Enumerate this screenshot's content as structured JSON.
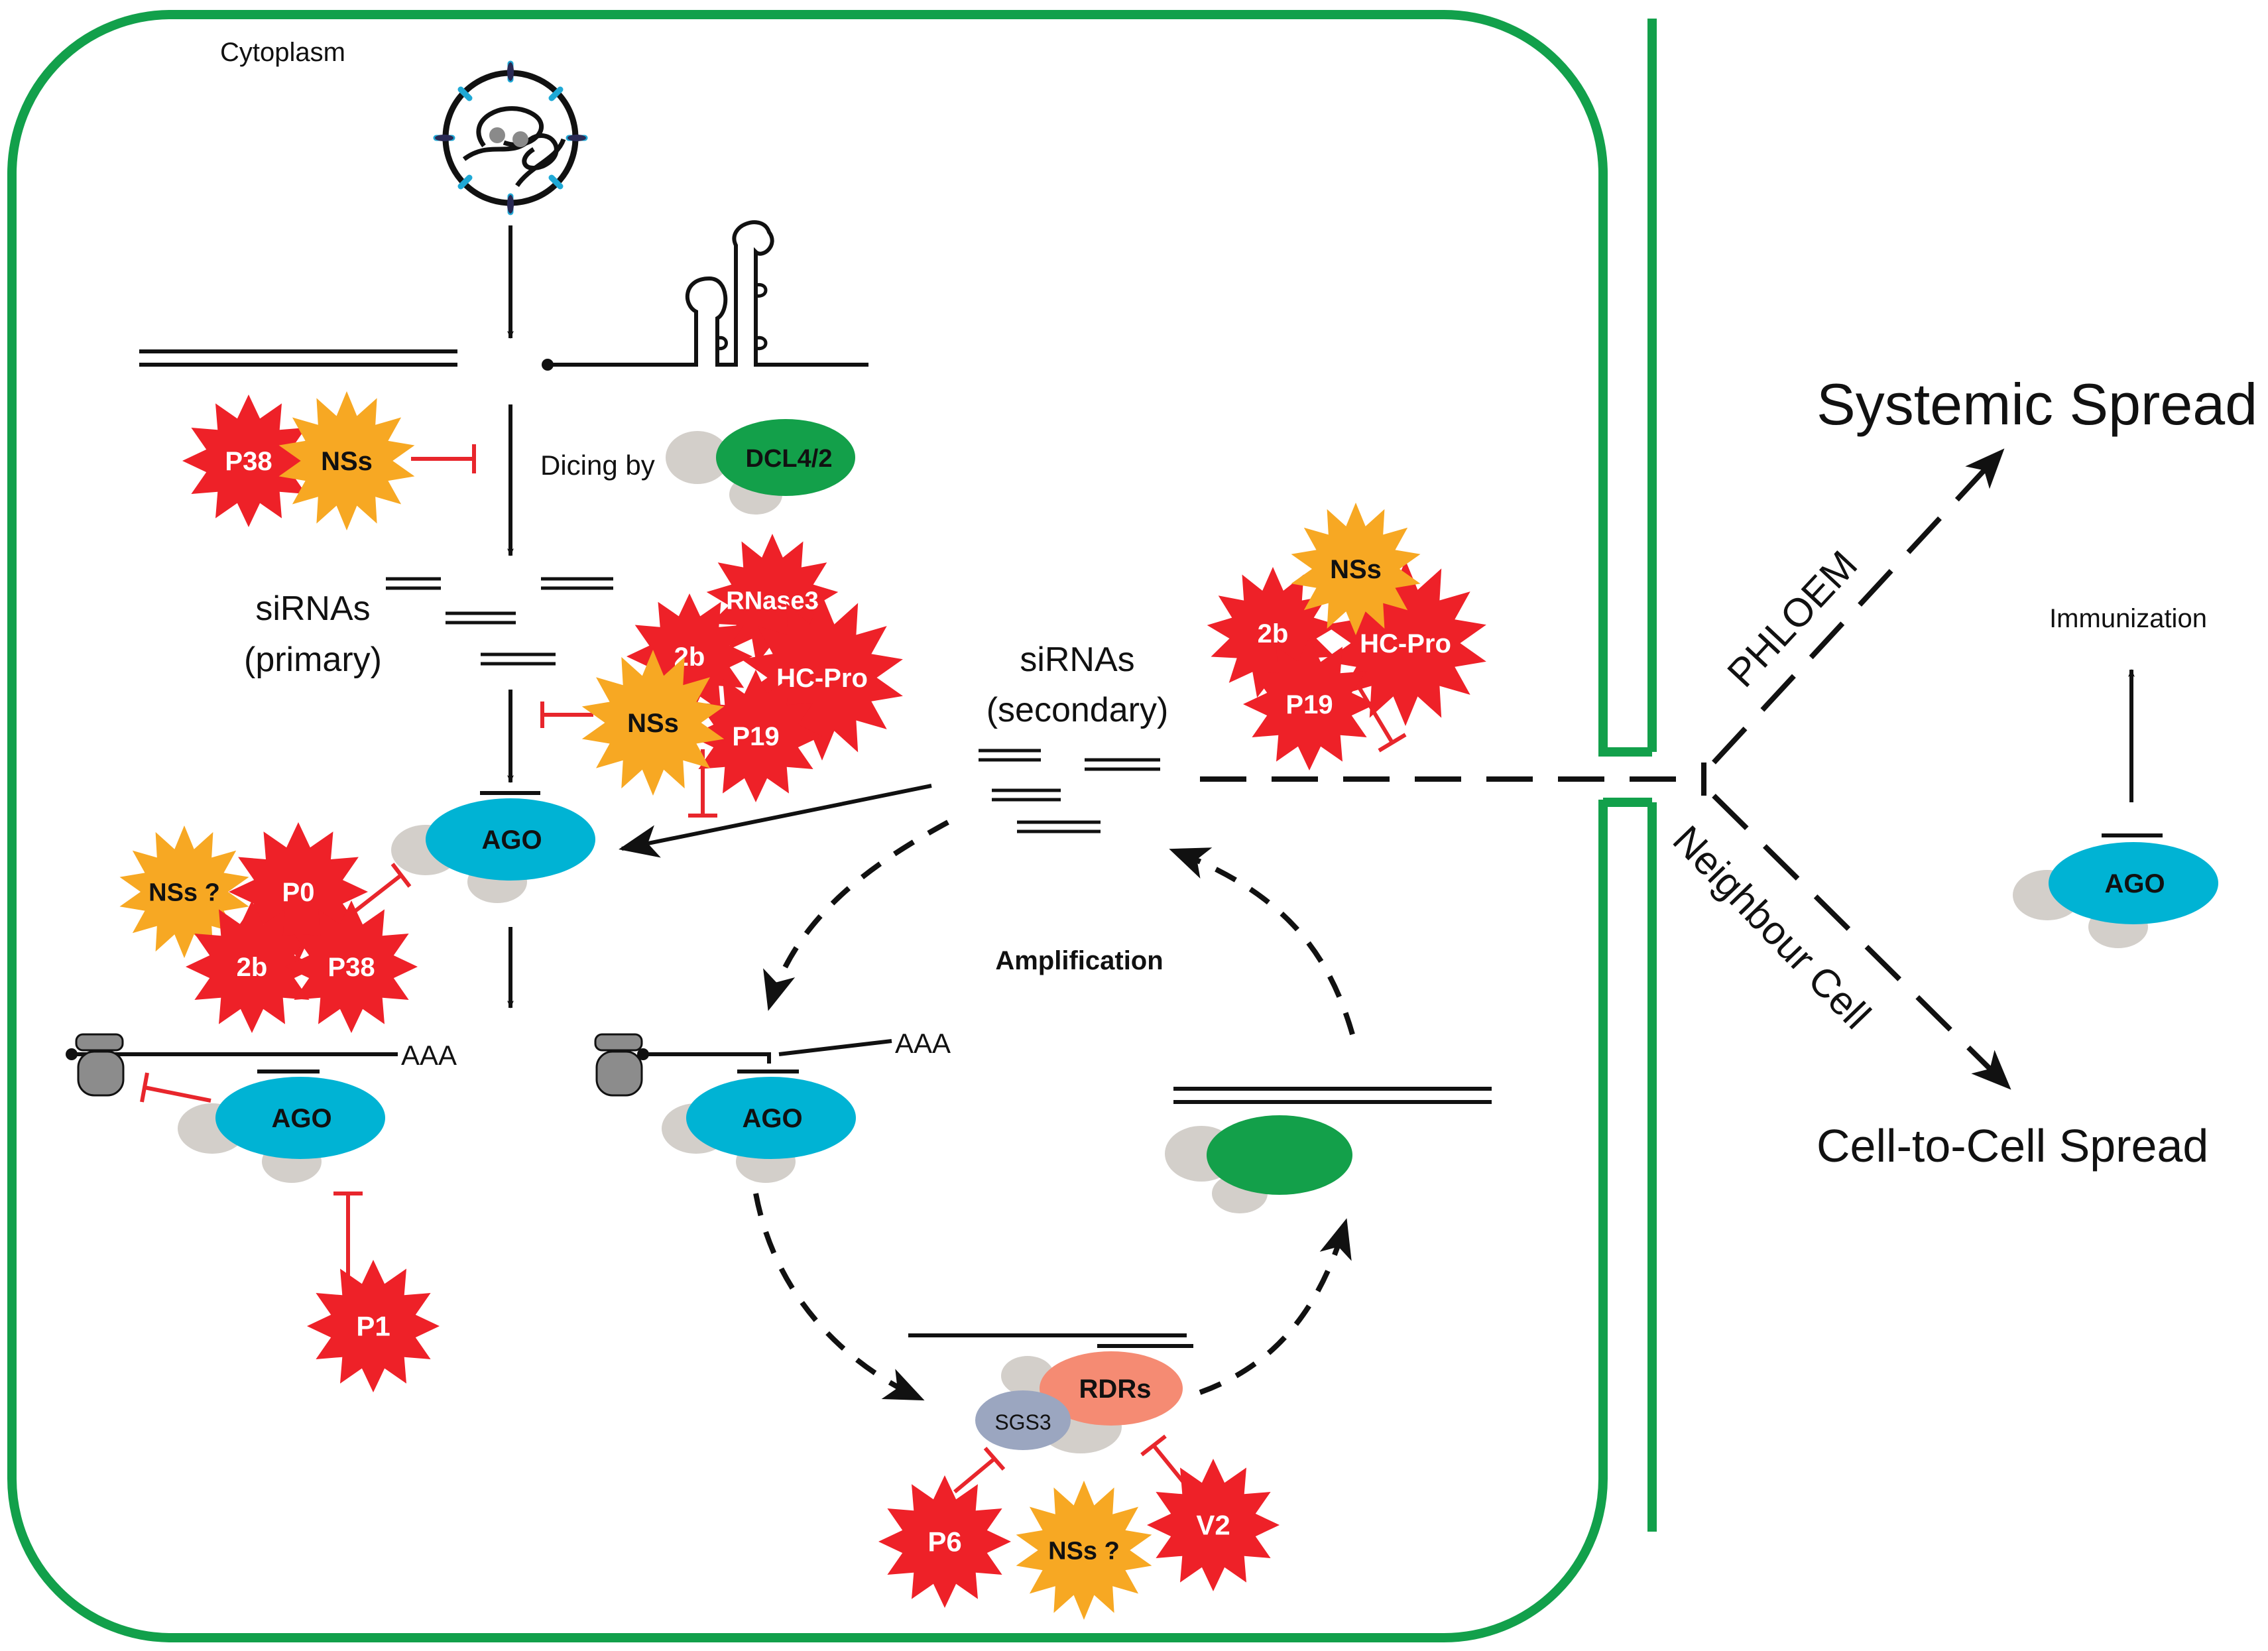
{
  "labels": {
    "cytoplasm": "Cytoplasm",
    "dicing_by": "Dicing by",
    "dcl": "DCL4/2",
    "sirnas_primary_line1": "siRNAs",
    "sirnas_primary_line2": "(primary)",
    "sirnas_secondary_line1": "siRNAs",
    "sirnas_secondary_line2": "(secondary)",
    "amplification": "Amplification",
    "aaa_left": "AAA",
    "aaa_right": "AAA",
    "systemic_spread": "Systemic Spread",
    "cell_to_cell_spread": "Cell-to-Cell Spread",
    "phloem": "PHLOEM",
    "neighbour_cell": "Neighbour Cell",
    "immunization": "Immunization"
  },
  "proteins": {
    "ago": "AGO",
    "rdrs": "RDRs",
    "sgs3": "SGS3"
  },
  "suppressors": {
    "p38_top": "P38",
    "nss_top": "NSs",
    "rnase3": "RNase3",
    "twob_mid": "2b",
    "hcpro_mid": "HC-Pro",
    "p19_mid": "P19",
    "nss_mid": "NSs",
    "nss_q_left": "NSs ?",
    "p0": "P0",
    "twob_left": "2b",
    "p38_left": "P38",
    "p1": "P1",
    "p6": "P6",
    "nss_q_bottom": "NSs ?",
    "v2": "V2",
    "nss_right": "NSs",
    "twob_right": "2b",
    "hcpro_right": "HC-Pro",
    "p19_right": "P19"
  },
  "colors": {
    "cell_wall": "#12A04B",
    "suppressor_red": "#EE2128",
    "suppressor_orange": "#F7A823",
    "ago_cyan": "#00B3D4",
    "dcl_green": "#13A04A",
    "rdr_salmon": "#F58B73",
    "sgs3_slate": "#9BA6C0",
    "accessory_grey": "#D3CFCA",
    "inhibition_red": "#E8262C"
  }
}
